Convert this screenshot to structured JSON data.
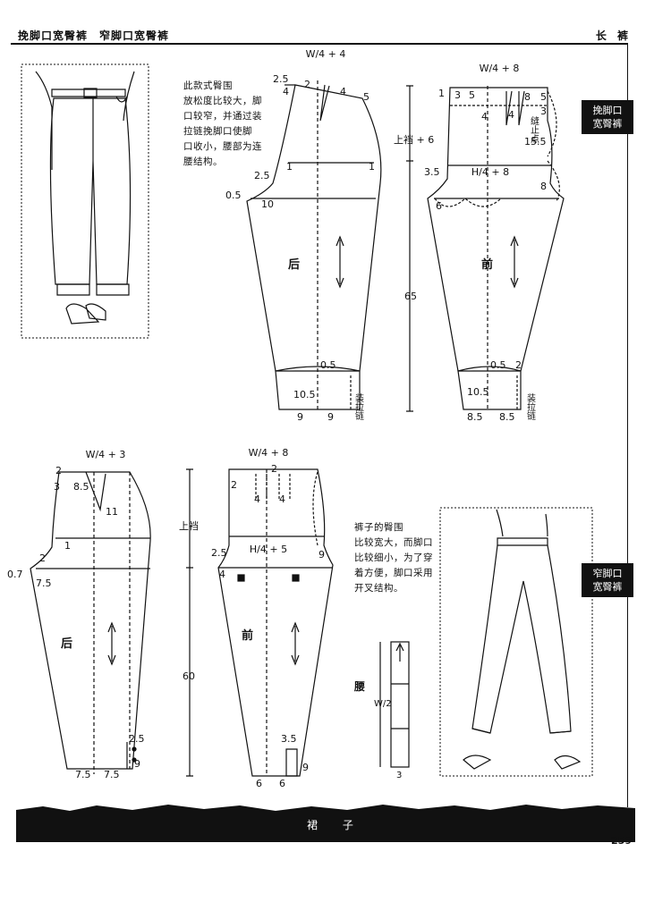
{
  "header": {
    "left": "挽脚口宽臀裤　窄脚口宽臀裤",
    "right": "长 裤"
  },
  "side_tabs": {
    "top": "挽脚口\n宽臀裤",
    "bottom": "窄脚口\n宽臀裤"
  },
  "notes": {
    "top": "此款式臀围\n放松度比较大，脚\n口较窄，并通过装\n拉链挽脚口使脚\n口收小，腰部为连\n腰结构。",
    "bottom": "裤子的臀围\n比较宽大，而脚口\n比较细小，为了穿\n着方便，脚口采用\n开叉结构。"
  },
  "top_back": {
    "piece_label": "后",
    "waist_formula": "W/4 + 4",
    "dims": {
      "top_left": "2.5",
      "dart_left": "4",
      "dart_a": "2",
      "dart_b": "4",
      "dart_right": "5",
      "hip": "1",
      "hip_r": "1",
      "crotch": "2.5",
      "seat": "10",
      "outseam": "0.5",
      "hem_up": "0.5",
      "hem_depth": "10.5",
      "hem_left": "9",
      "hem_right": "9"
    },
    "zip_label": "装拉链"
  },
  "top_front": {
    "piece_label": "前",
    "waist_formula": "W/4 + 8",
    "hip_formula": "H/4 + 8",
    "dims": {
      "left": "1",
      "p3": "3",
      "p5": "5",
      "p4a": "4",
      "p8": "8",
      "p5r": "5",
      "p3r": "3",
      "p4b": "4",
      "seam": "15.5",
      "crotch": "3.5",
      "p6": "6",
      "p8b": "8",
      "hem_up": "0.5",
      "hem_r": "2",
      "hem_depth": "10.5",
      "hem_left": "8.5",
      "hem_right": "8.5"
    },
    "seam_label": "缝止点",
    "zip_label": "装拉链",
    "rise_label": "上裆 + 6",
    "length_label": "65"
  },
  "bottom_back": {
    "piece_label": "后",
    "waist_formula": "W/4 + 3",
    "dims": {
      "p2": "2",
      "p3": "3",
      "p85": "8.5",
      "p11": "11",
      "p1": "1",
      "p2b": "2",
      "p07": "0.7",
      "p75": "7.5",
      "side": "2.5",
      "slit": "9",
      "hem_left": "7.5",
      "hem_right": "7.5"
    }
  },
  "bottom_front": {
    "piece_label": "前",
    "waist_formula": "W/4 + 8",
    "hip_formula": "H/4 + 5",
    "dims": {
      "p2l": "2",
      "p2m": "2",
      "p4a": "4",
      "p4b": "4",
      "crotch": "2.5",
      "p4c": "4",
      "p9": "9",
      "side": "3.5",
      "slit": "9",
      "hem_left": "6",
      "hem_right": "6"
    },
    "rise_label": "上裆",
    "length_label": "60"
  },
  "waistband": {
    "label": "腰",
    "formula": "W/2",
    "dim": "3"
  },
  "footer": {
    "text": "裙 子",
    "page": "259"
  }
}
